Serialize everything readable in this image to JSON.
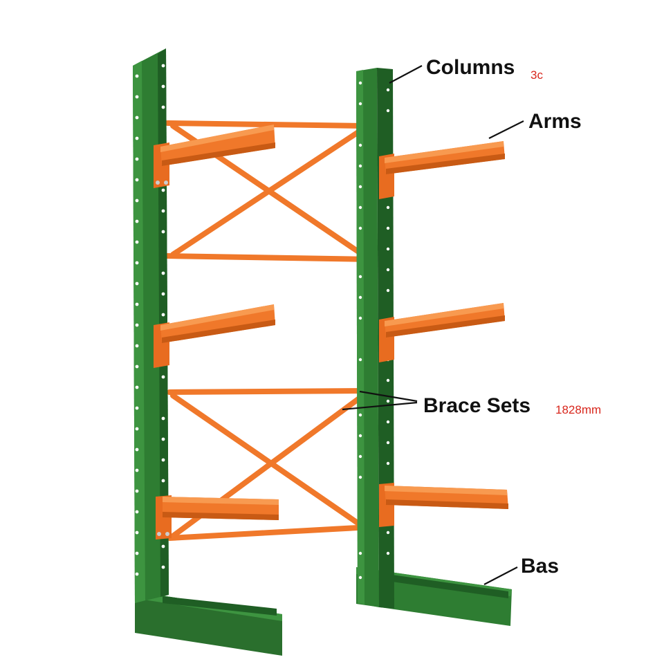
{
  "colors": {
    "column": "#2e7d32",
    "column_dark": "#1f5e24",
    "column_light": "#3d9440",
    "arm": "#f0782a",
    "arm_dark": "#c85a14",
    "arm_light": "#f89a50",
    "leader": "#111111",
    "note": "#d8261c"
  },
  "labels": {
    "columns": "Columns",
    "columns_note": "3c",
    "arms": "Arms",
    "brace_sets": "Brace Sets",
    "brace_sets_note": "1828mm",
    "base": "Bas"
  }
}
